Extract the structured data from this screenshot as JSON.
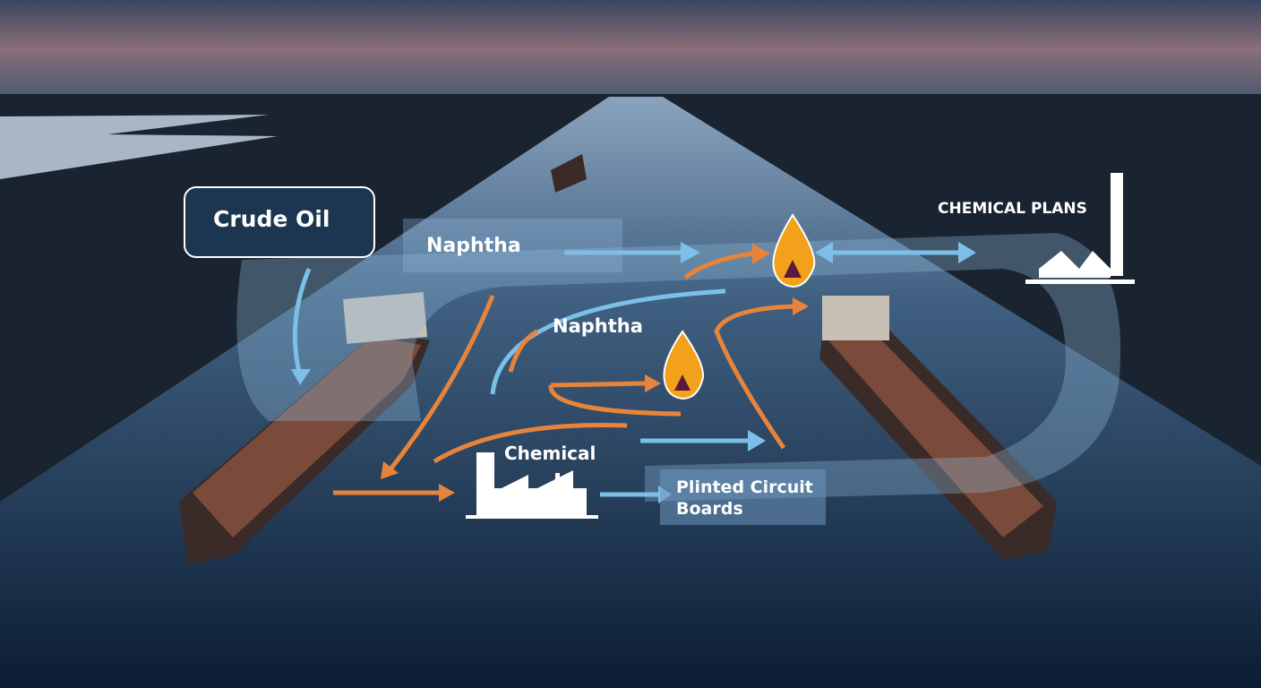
{
  "labels": {
    "crude_oil": "Crude Oil",
    "naphtha_top": "Naphtha",
    "naphtha_mid": "Naphtha",
    "chemical_plans": "CHEMICAL PLANS",
    "chemical": "Chemical",
    "pcb_line1": "Plinted Circuit",
    "pcb_line2": "Boards"
  },
  "colors": {
    "blue_arrow": "#7cc0ea",
    "orange_arrow": "#e8843a",
    "band": "#8fb7d8",
    "flame": "#f3a01b"
  }
}
